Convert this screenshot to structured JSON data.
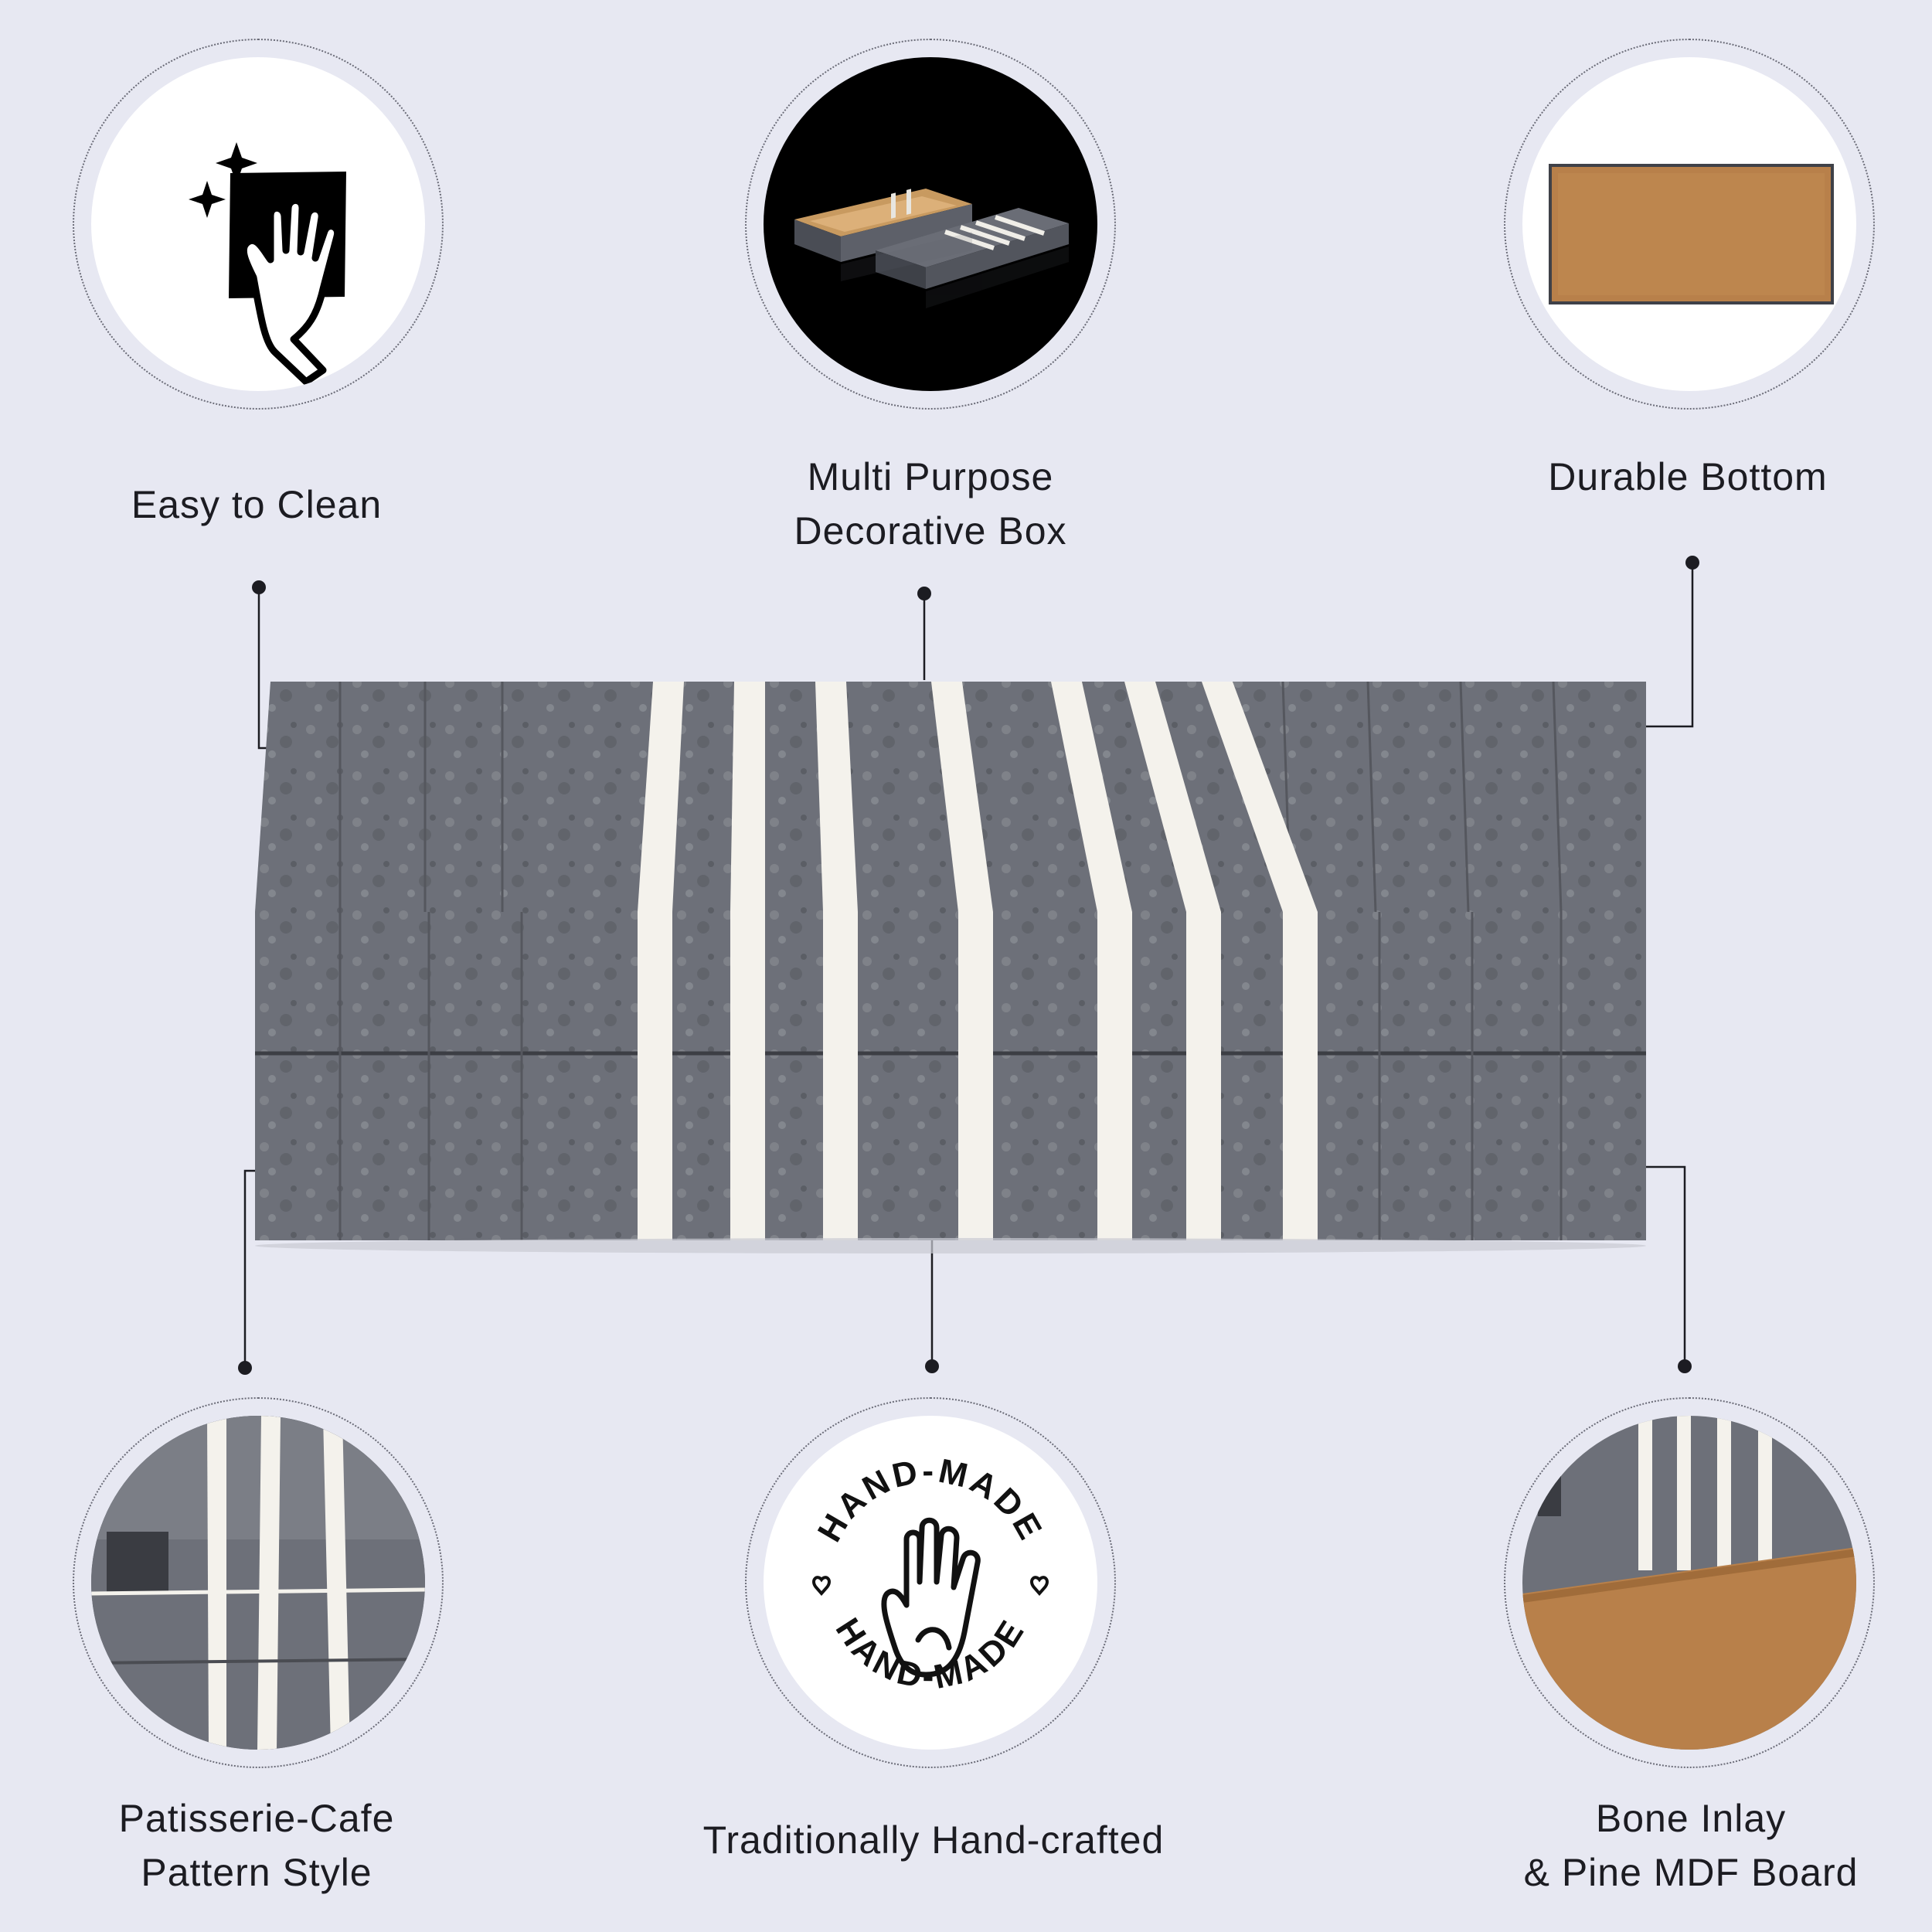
{
  "colors": {
    "background": "#e7e8f2",
    "text": "#1c1c22",
    "stone": "#6d7079",
    "inlay": "#f4f2ec",
    "pine": "#b8804a"
  },
  "features": {
    "easy_clean": {
      "label": "Easy to Clean",
      "icon": "hand-wiping-cloth-icon"
    },
    "multi_purpose": {
      "label_line1": "Multi Purpose",
      "label_line2": "Decorative Box"
    },
    "durable_bottom": {
      "label": "Durable Bottom"
    },
    "pattern": {
      "label_line1": "Patisserie-Cafe",
      "label_line2": "Pattern Style"
    },
    "handcrafted": {
      "label": "Traditionally Hand-crafted",
      "badge_top": "HAND-MADE",
      "badge_bottom": "HAND-MADE",
      "icon": "open-palm-icon"
    },
    "material": {
      "label_line1": "Bone Inlay",
      "label_line2": "& Pine MDF Board"
    }
  }
}
